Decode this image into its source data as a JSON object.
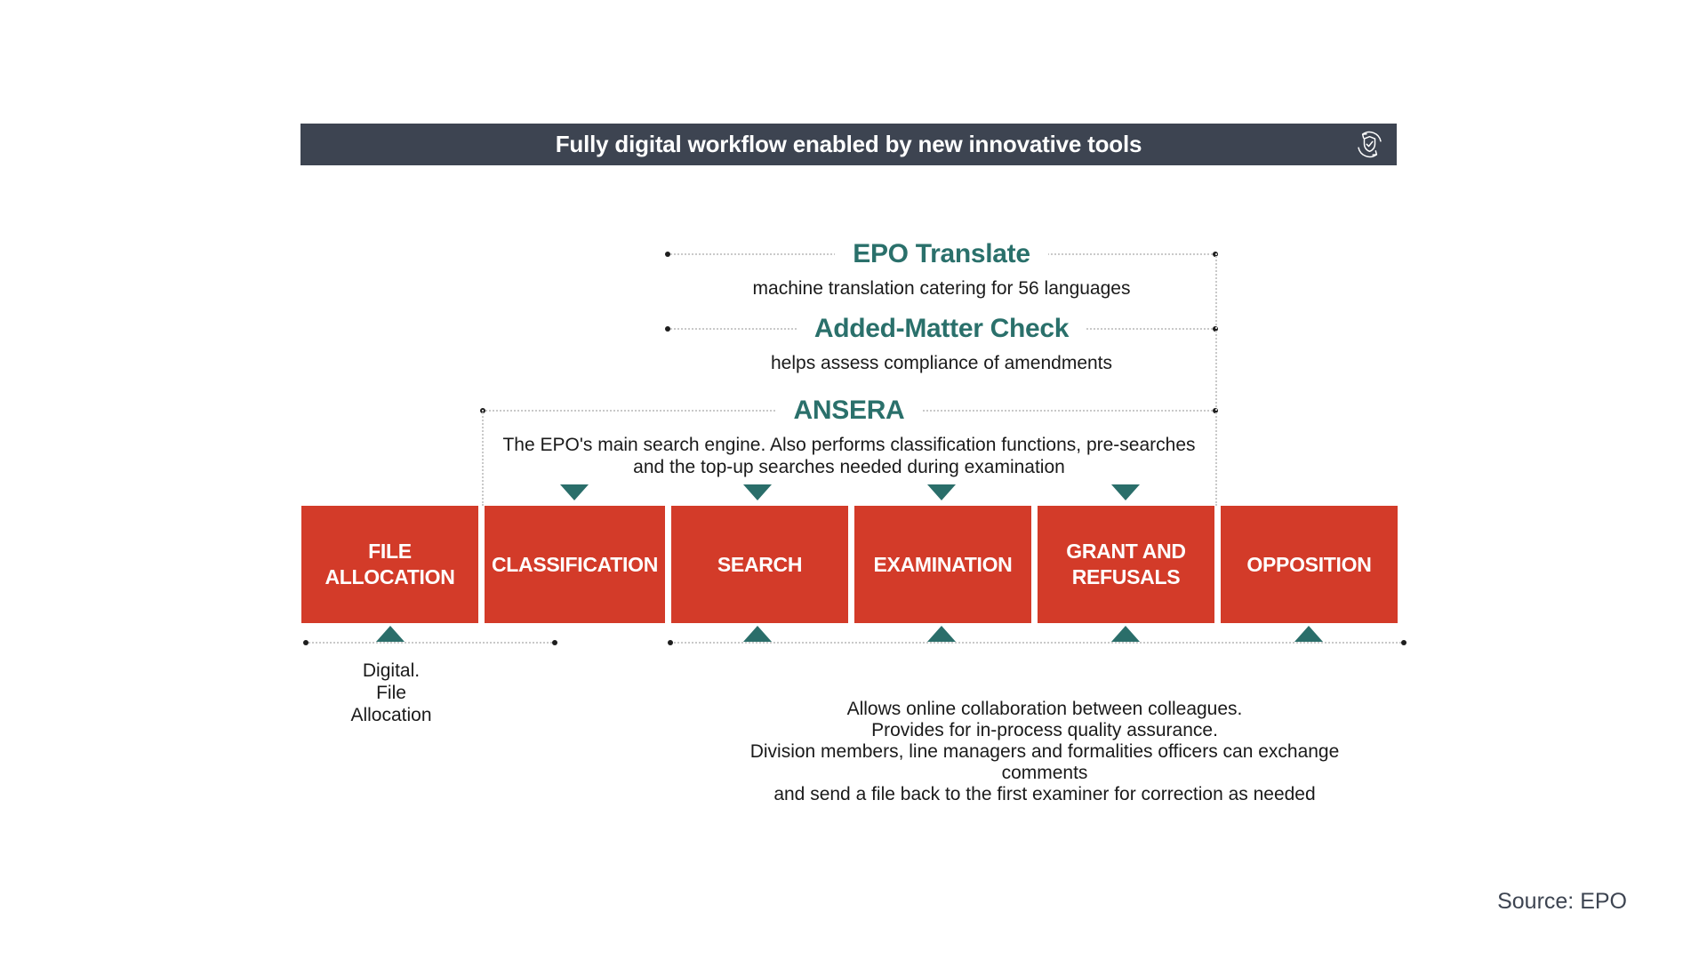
{
  "header": {
    "title": "Fully digital workflow enabled by new innovative tools",
    "icon": "shield-check-refresh-icon"
  },
  "colors": {
    "header_bg": "#3d4451",
    "stage_red": "#d33b29",
    "teal": "#2a706b",
    "dotted_line": "#c9c9c9",
    "dot": "#1e1e1e"
  },
  "tools": [
    {
      "name": "EPO Translate",
      "desc": "machine translation catering for 56 languages"
    },
    {
      "name": "Added-Matter Check",
      "desc": "helps assess compliance of amendments"
    },
    {
      "name": "ANSERA",
      "desc_line1": "The EPO's main search engine. Also performs classification functions, pre-searches",
      "desc_line2": "and the top-up searches needed during examination"
    }
  ],
  "stages": [
    "FILE ALLOCATION",
    "CLASSIFICATION",
    "SEARCH",
    "EXAMINATION",
    "GRANT AND REFUSALS",
    "OPPOSITION"
  ],
  "bottom_left": {
    "lines": [
      "Digital.",
      "File",
      "Allocation"
    ]
  },
  "bottom_right": {
    "lines": [
      "Allows online collaboration between colleagues.",
      "Provides for in-process quality assurance.",
      "Division members, line managers and formalities officers can exchange comments",
      "and send a file back to the first examiner for correction as needed"
    ]
  },
  "source": "Source: EPO"
}
